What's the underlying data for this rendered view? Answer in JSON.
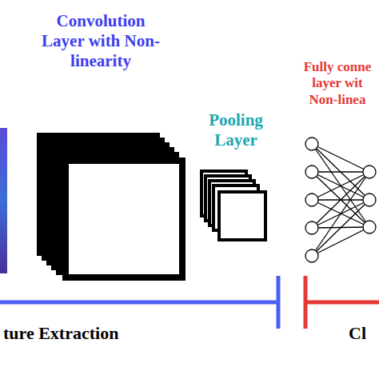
{
  "diagram": {
    "labels": [
      "Convolution Layer with Non-linearity",
      "Pooling Layer",
      "Fully conne layer wit Non-linea",
      "ture Extraction",
      "Cl"
    ]
  }
}
